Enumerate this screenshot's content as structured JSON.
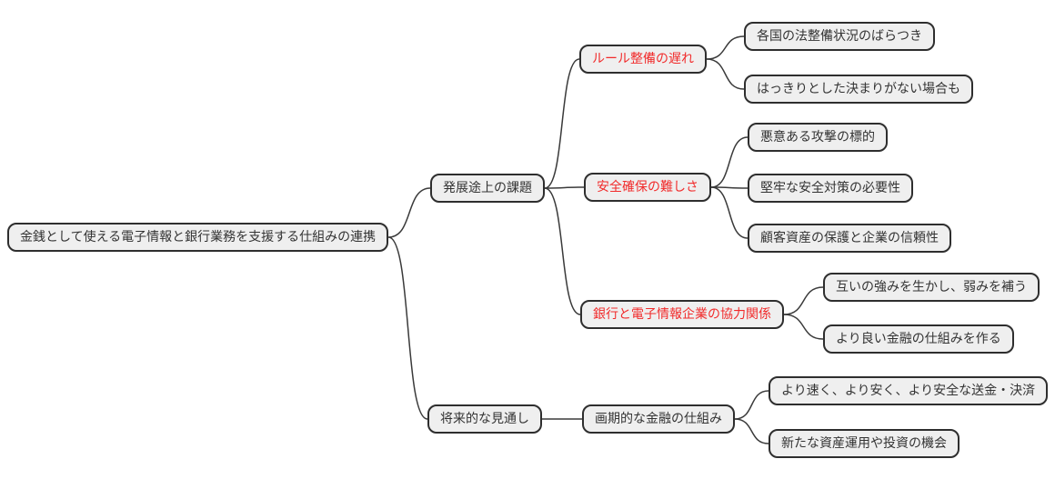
{
  "colors": {
    "background": "#ffffff",
    "node_fill": "#efefef",
    "node_border": "#2e2e2e",
    "text_color": "#333333",
    "highlight": "#f12b2b",
    "edge": "#3a3a3a"
  },
  "mindmap": {
    "root": {
      "label": "金銭として使える電子情報と銀行業務を支援する仕組みの連携",
      "children": [
        {
          "label": "発展途上の課題",
          "children": [
            {
              "label": "ルール整備の遅れ",
              "highlight": true,
              "children": [
                {
                  "label": "各国の法整備状況のばらつき"
                },
                {
                  "label": "はっきりとした決まりがない場合も"
                }
              ]
            },
            {
              "label": "安全確保の難しさ",
              "highlight": true,
              "children": [
                {
                  "label": "悪意ある攻撃の標的"
                },
                {
                  "label": "堅牢な安全対策の必要性"
                },
                {
                  "label": "顧客資産の保護と企業の信頼性"
                }
              ]
            },
            {
              "label": "銀行と電子情報企業の協力関係",
              "highlight": true,
              "children": [
                {
                  "label": "互いの強みを生かし、弱みを補う"
                },
                {
                  "label": "より良い金融の仕組みを作る"
                }
              ]
            }
          ]
        },
        {
          "label": "将来的な見通し",
          "children": [
            {
              "label": "画期的な金融の仕組み",
              "children": [
                {
                  "label": "より速く、より安く、より安全な送金・決済"
                },
                {
                  "label": "新たな資産運用や投資の機会"
                }
              ]
            }
          ]
        }
      ]
    }
  }
}
